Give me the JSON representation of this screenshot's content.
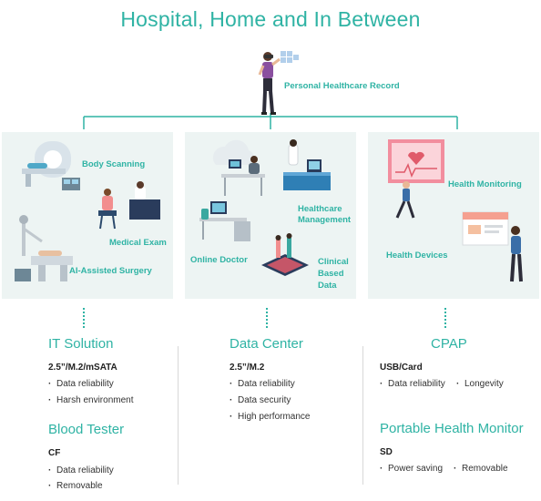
{
  "title": "Hospital, Home and In Between",
  "top": {
    "label": "Personal Healthcare Record"
  },
  "panels": [
    {
      "labels": [
        "Body Scanning",
        "Medical Exam",
        "AI-Assisted Surgery"
      ]
    },
    {
      "labels": [
        "Healthcare",
        "Management",
        "Online Doctor",
        "Clinical",
        "Based",
        "Data"
      ]
    },
    {
      "labels": [
        "Health Monitoring",
        "Health Devices"
      ]
    }
  ],
  "columns": [
    {
      "title": "IT Solution",
      "spec": "2.5”/M.2/mSATA",
      "bullets": [
        "Data reliability",
        "Harsh environment"
      ],
      "title2": "Blood Tester",
      "spec2": "CF",
      "bullets2": [
        "Data reliability",
        "Removable"
      ]
    },
    {
      "title": "Data Center",
      "spec": "2.5”/M.2",
      "bullets": [
        "Data reliability",
        "Data security",
        "High performance"
      ]
    },
    {
      "title": "CPAP",
      "spec": "USB/Card",
      "bullets": [
        "Data reliability",
        "Longevity"
      ],
      "title2": "Portable Health Monitor",
      "spec2": "SD",
      "bullets2": [
        "Power saving",
        "Removable"
      ]
    }
  ],
  "colors": {
    "accent": "#2fb3a4",
    "panel_bg": "#edf4f3",
    "text": "#333333"
  }
}
